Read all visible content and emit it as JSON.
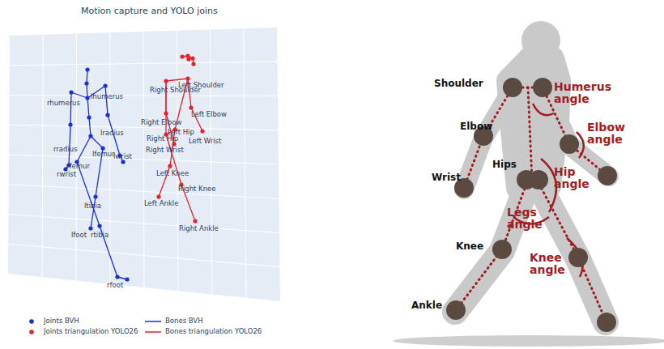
{
  "diagram": {
    "title": "Motion capture and YOLO joins",
    "labels": [
      "rhumerus",
      "lhumerus",
      "lradius",
      "rradius",
      "lfemur",
      "rfemur",
      "rwrist",
      "lwrist",
      "ltibia",
      "lfoot",
      "rtibia",
      "rfoot",
      "Left Shoulder",
      "Right Shoulder",
      "Left Elbow",
      "Right Elbow",
      "Left Hip",
      "Left Wrist",
      "Right Hip",
      "Right Wrist",
      "Left Knee",
      "Right Knee",
      "Left Ankle",
      "Right Ankle",
      "Shoulder",
      "Humerus angle",
      "Elbow",
      "Elbow angle",
      "Wrist",
      "Hips",
      "Hip angle",
      "Legs angle",
      "Knee",
      "Knee angle",
      "Ankle"
    ],
    "legend": [
      {
        "text": "Joints BVH",
        "color": "#1a2ee0"
      },
      {
        "text": "Bones BVH",
        "color": "#1a2ee0"
      },
      {
        "text": "Joints triangulation YOLO26",
        "color": "#e8202a"
      },
      {
        "text": "Bones triangulation YOLO26",
        "color": "#e8202a"
      }
    ]
  }
}
